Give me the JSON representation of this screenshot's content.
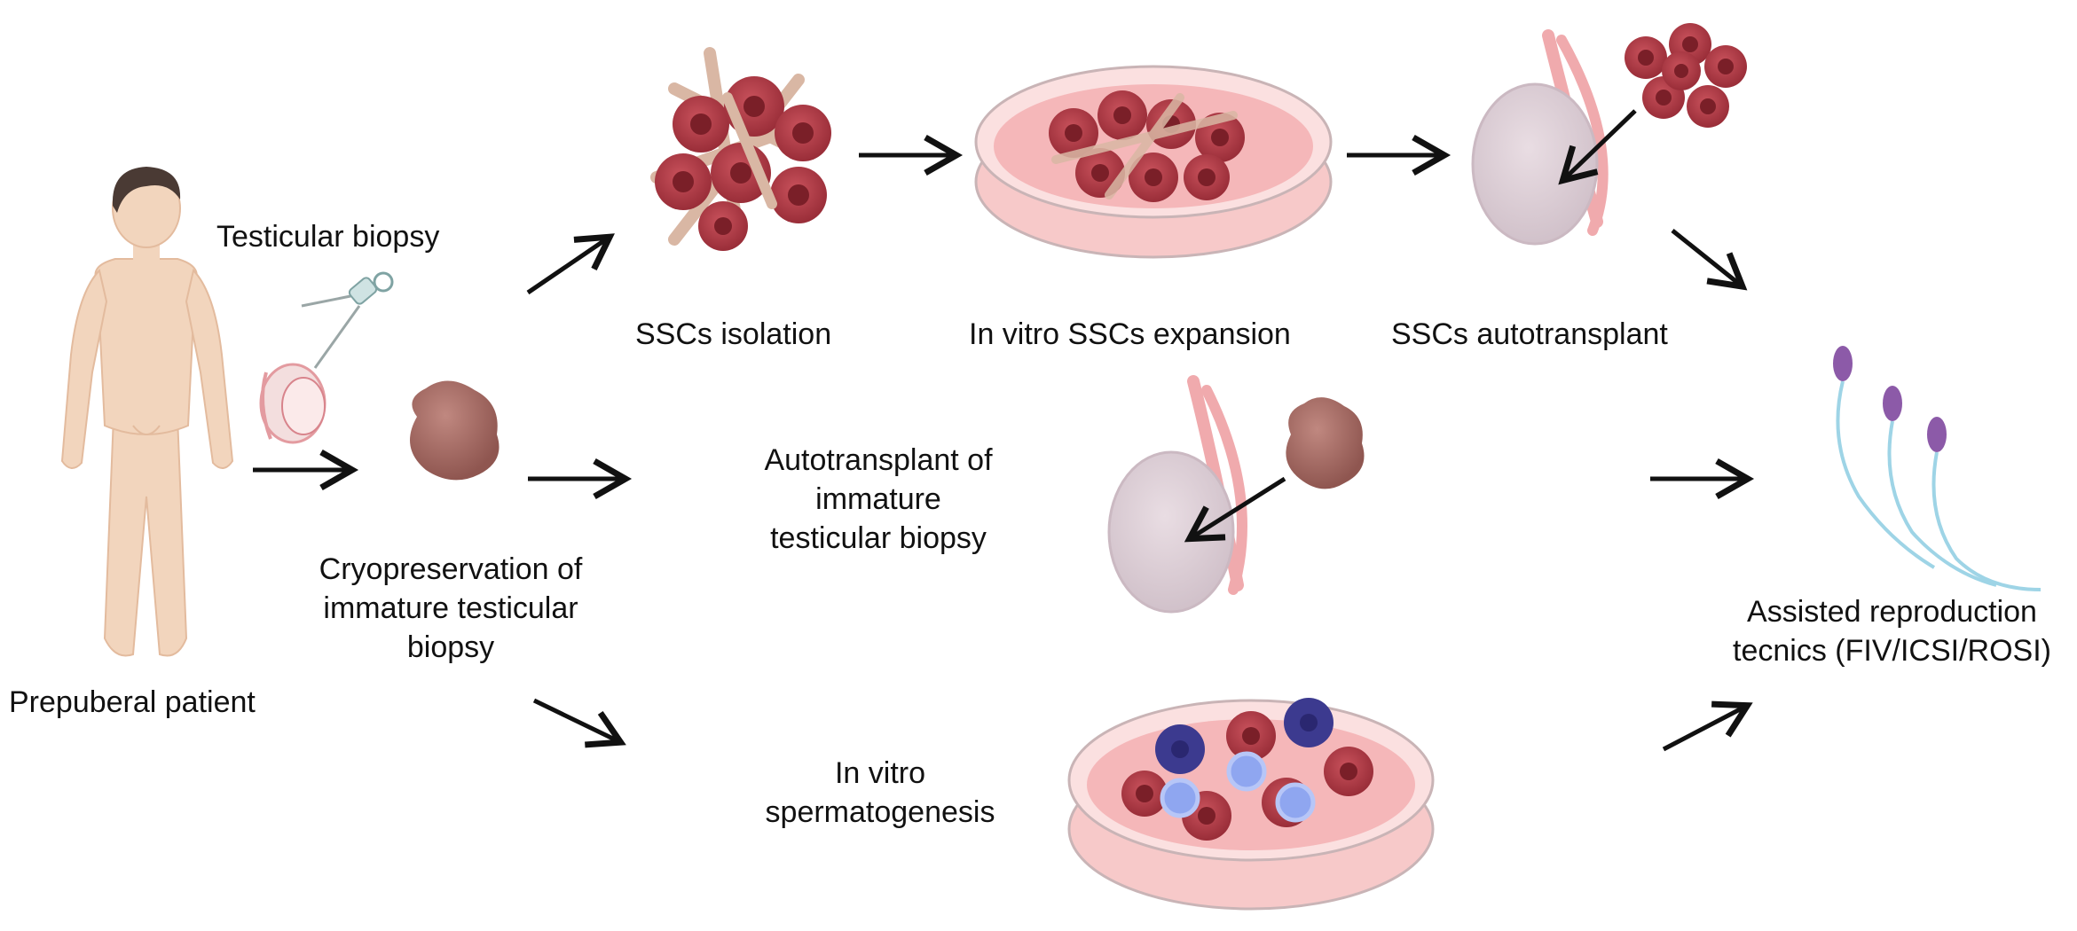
{
  "colors": {
    "skin": "#f2d5bd",
    "skin_shade": "#e8bfa2",
    "hair": "#4a3a34",
    "cell": "#b8414b",
    "cell_dark": "#8d2530",
    "nucleus": "#7a1f28",
    "fibroblast": "#d9b7a4",
    "dish_fill": "#f7c9c9",
    "dish_rim": "#eba8ad",
    "testis": "#ddcfd7",
    "cord": "#f0aaad",
    "biopsy": "#a86e69",
    "germ_blue": "#3c3a8f",
    "germ_light": "#8fa6f0",
    "sperm_head": "#8c5aa8",
    "sperm_tail": "#9ed4e6",
    "arrow": "#111111"
  },
  "labels": {
    "testicular_biopsy": "Testicular biopsy",
    "prepuberal_patient": "Prepuberal patient",
    "cryopreservation": [
      "Cryopreservation of",
      "immature testicular",
      "biopsy"
    ],
    "sscs_isolation": "SSCs isolation",
    "in_vitro_expansion": "In vitro SSCs expansion",
    "sscs_autotransplant": "SSCs autotransplant",
    "autotransplant_biopsy": [
      "Autotransplant of",
      "immature",
      "testicular biopsy"
    ],
    "in_vitro_spermatogenesis": [
      "In vitro",
      "spermatogenesis"
    ],
    "assisted_reproduction": [
      "Assisted reproduction",
      "tecnics (FIV/ICSI/ROSI)"
    ]
  }
}
